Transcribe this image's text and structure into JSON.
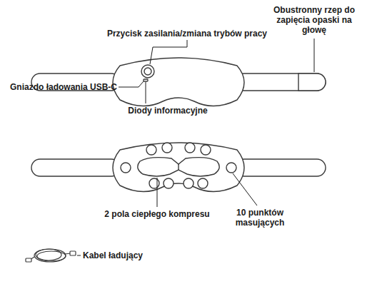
{
  "diagram": {
    "labels": [
      "Przycisk zasilania/zmiana trybów pracy",
      "Obustronny rzep do zapięcia opaski na głowę",
      "Gniazdo ładowania USB-C",
      "Diody informacyjne",
      "2 pola ciepłego kompresu",
      "10 punktów masujących",
      "Kabel ładujący"
    ]
  }
}
